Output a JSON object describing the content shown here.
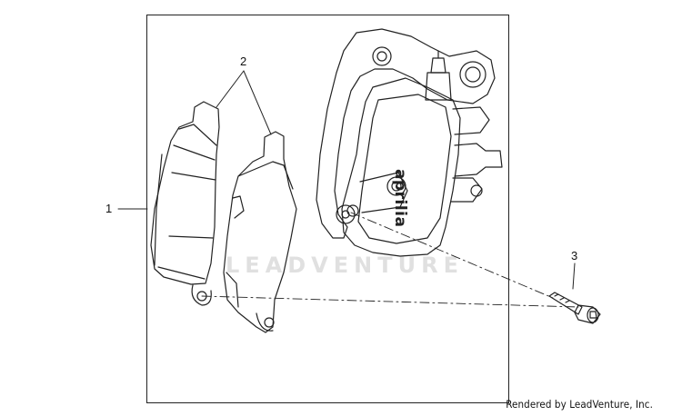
{
  "callouts": {
    "pads": "2",
    "kit": "1",
    "bolt": "3"
  },
  "caliper_brand": "aprilia",
  "watermark": "LEADVENTURE",
  "credit": "Rendered by LeadVenture, Inc.",
  "colors": {
    "line": "#222222",
    "background": "#ffffff",
    "watermark": "#c8c8c8"
  }
}
